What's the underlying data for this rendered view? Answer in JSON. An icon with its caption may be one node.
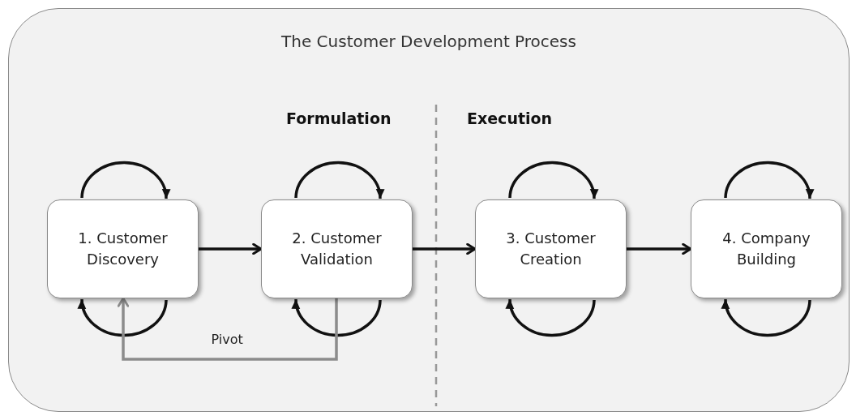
{
  "diagram": {
    "nodes": [
      {
        "text": [
          "The Customer Development Process"
        ]
      },
      {
        "text": [
          "1. Customer Discovery"
        ],
        "in": 0
      },
      {
        "text": [
          "2. Customer Validation"
        ],
        "in": 0
      },
      {
        "text": [
          "3. Customer Creation"
        ],
        "in": 0
      },
      {
        "text": [
          "4. Company Building"
        ],
        "in": 0
      }
    ],
    "edges": [
      {
        "from": 1,
        "to": 1,
        "arrow": "to"
      },
      {
        "from": 1,
        "to": 1,
        "arrow": "to"
      },
      {
        "from": 1,
        "to": 2,
        "arrow": "to"
      },
      {
        "from": 2,
        "to": 2,
        "arrow": "to"
      },
      {
        "from": 2,
        "to": 2,
        "arrow": "to"
      },
      {
        "from": 2,
        "to": 3,
        "arrow": "to"
      },
      {
        "from": 3,
        "to": 3,
        "arrow": "to"
      },
      {
        "from": 3,
        "to": 3,
        "arrow": "to"
      },
      {
        "from": 3,
        "to": 4,
        "arrow": "to"
      },
      {
        "from": 4,
        "to": 4,
        "arrow": "to"
      },
      {
        "from": 4,
        "to": 4,
        "arrow": "to"
      },
      {
        "from": 2,
        "to": 1,
        "arrow": "to",
        "label": "Pivot",
        "color": "#8c8c8c"
      }
    ],
    "labels": [
      "Formulation",
      "Execution"
    ]
  }
}
